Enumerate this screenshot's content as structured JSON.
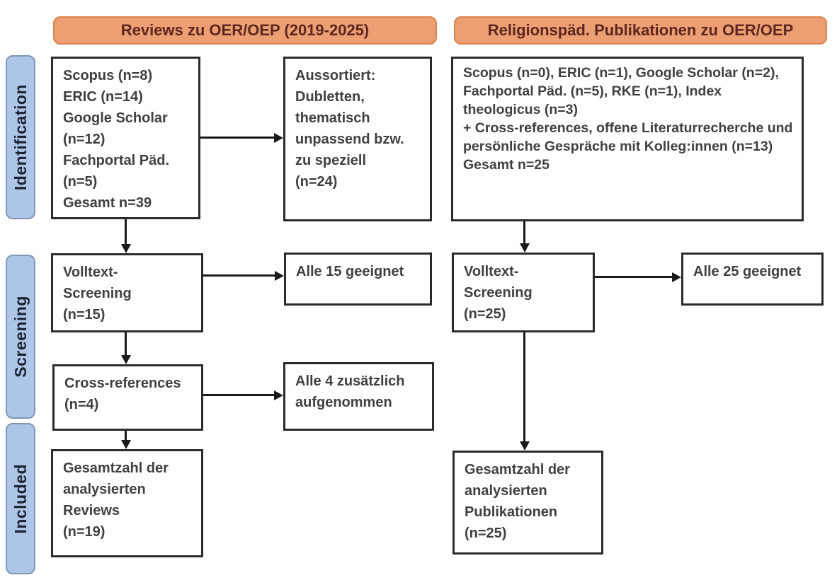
{
  "diagram": {
    "headers": {
      "left": "Reviews zu OER/OEP (2019-2025)",
      "right": "Religionspäd. Publikationen zu OER/OEP"
    },
    "stages": {
      "identification": "Identification",
      "screening": "Screening",
      "included": "Included"
    },
    "left": {
      "sources": "Scopus (n=8)\nERIC (n=14)\nGoogle Scholar\n(n=12)\nFachportal Päd.\n(n=5)\nGesamt n=39",
      "excluded": "Aussortiert:\nDubletten,\nthematisch\nunpassend bzw.\nzu speziell\n(n=24)",
      "fulltext": "Volltext-\nScreening\n(n=15)",
      "fulltext_result": "Alle 15 geeignet",
      "crossref": "Cross-references\n(n=4)",
      "crossref_result": "Alle 4 zusätzlich\naufgenommen",
      "included_total": "Gesamtzahl der\nanalysierten\nReviews\n(n=19)"
    },
    "right": {
      "sources": "Scopus (n=0), ERIC (n=1), Google Scholar (n=2), Fachportal Päd. (n=5), RKE (n=1), Index theologicus (n=3)\n+ Cross-references, offene Literaturrecherche und persönliche Gespräche mit Kolleg:innen (n=13)\nGesamt n=25",
      "fulltext": "Volltext-\nScreening\n(n=25)",
      "fulltext_result": "Alle 25 geeignet",
      "included_total": "Gesamtzahl der\nanalysierten\nPublikationen\n(n=25)"
    },
    "colors": {
      "header_fill": "#EC9F72",
      "header_border": "#D8854F",
      "header_text": "#5E2620",
      "stage_fill": "#ADC6E7",
      "stage_border": "#8295B5",
      "stage_text": "#1C2433",
      "box_border": "#2B2B2B",
      "box_text": "#404040",
      "arrow": "#1A1A1A",
      "background": "#FFFFFF"
    }
  }
}
